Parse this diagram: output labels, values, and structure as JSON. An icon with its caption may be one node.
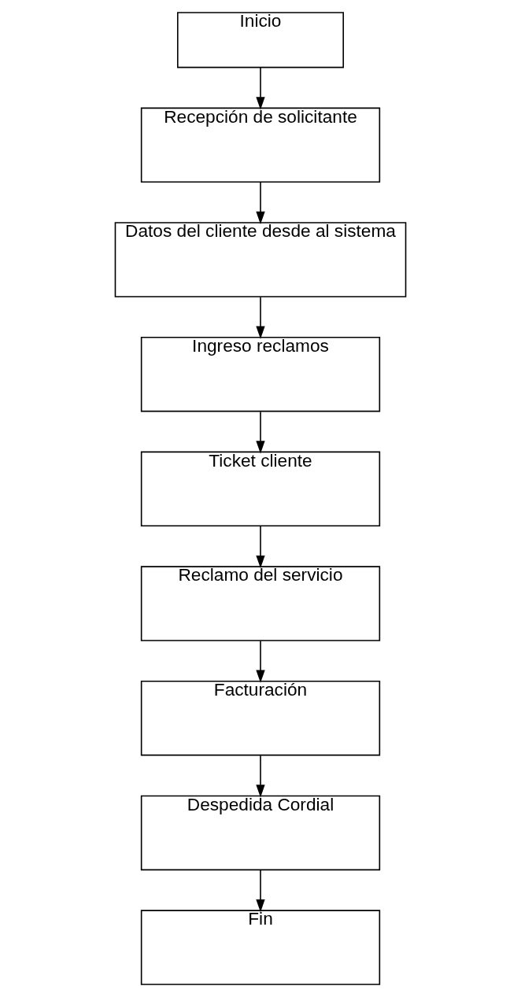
{
  "diagram": {
    "nodes": [
      {
        "text": [
          "Inicio"
        ]
      },
      {
        "text": [
          "Recepción de solicitante"
        ]
      },
      {
        "text": [
          "Datos del cliente desde al sistema"
        ]
      },
      {
        "text": [
          "Ingreso reclamos"
        ]
      },
      {
        "text": [
          "Ticket cliente"
        ]
      },
      {
        "text": [
          "Reclamo del servicio"
        ]
      },
      {
        "text": [
          "Facturación"
        ]
      },
      {
        "text": [
          "Despedida Cordial"
        ]
      },
      {
        "text": [
          "Fin"
        ]
      }
    ],
    "edges": [
      {
        "from": 0,
        "to": 1,
        "arrow": "to"
      },
      {
        "from": 1,
        "to": 2,
        "arrow": "to"
      },
      {
        "from": 2,
        "to": 3,
        "arrow": "to"
      },
      {
        "from": 3,
        "to": 4,
        "arrow": "to"
      },
      {
        "from": 4,
        "to": 5,
        "arrow": "to"
      },
      {
        "from": 5,
        "to": 6,
        "arrow": "to"
      },
      {
        "from": 6,
        "to": 7,
        "arrow": "to"
      },
      {
        "from": 7,
        "to": 8,
        "arrow": "to"
      }
    ]
  }
}
